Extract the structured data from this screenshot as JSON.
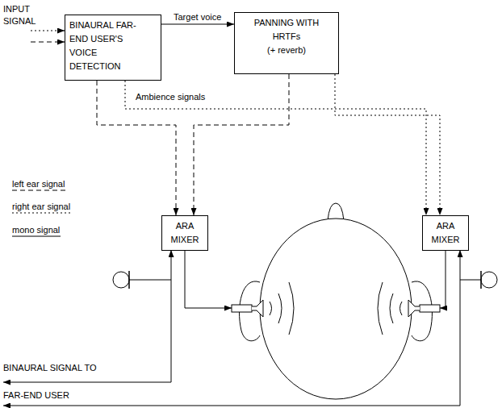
{
  "diagram": {
    "nodes": [
      {
        "text": [
          "BINAURAL FAR-END USER'S VOICE DETECTION"
        ]
      },
      {
        "text": [
          "PANNING WITH HRTFs",
          "(+ reverb)"
        ]
      },
      {
        "text": [
          "ARA MIXER"
        ]
      },
      {
        "text": [
          "ARA MIXER"
        ]
      }
    ],
    "edges": [
      {
        "from": 0,
        "to": 1,
        "arrow": "to",
        "label": "Target voice"
      },
      {
        "from": 0,
        "to": 2,
        "arrow": "to"
      },
      {
        "from": 0,
        "to": 3,
        "arrow": "to"
      },
      {
        "from": 1,
        "to": 2,
        "arrow": "to"
      },
      {
        "from": 1,
        "to": 3,
        "arrow": "to"
      }
    ],
    "labels": [
      "INPUT SIGNAL",
      "Ambience signals",
      "BINAURAL SIGNAL TO FAR-END USER"
    ],
    "legend": [
      {
        "text": "left ear signal"
      },
      {
        "text": "right ear signal"
      },
      {
        "text": "mono signal"
      }
    ]
  }
}
